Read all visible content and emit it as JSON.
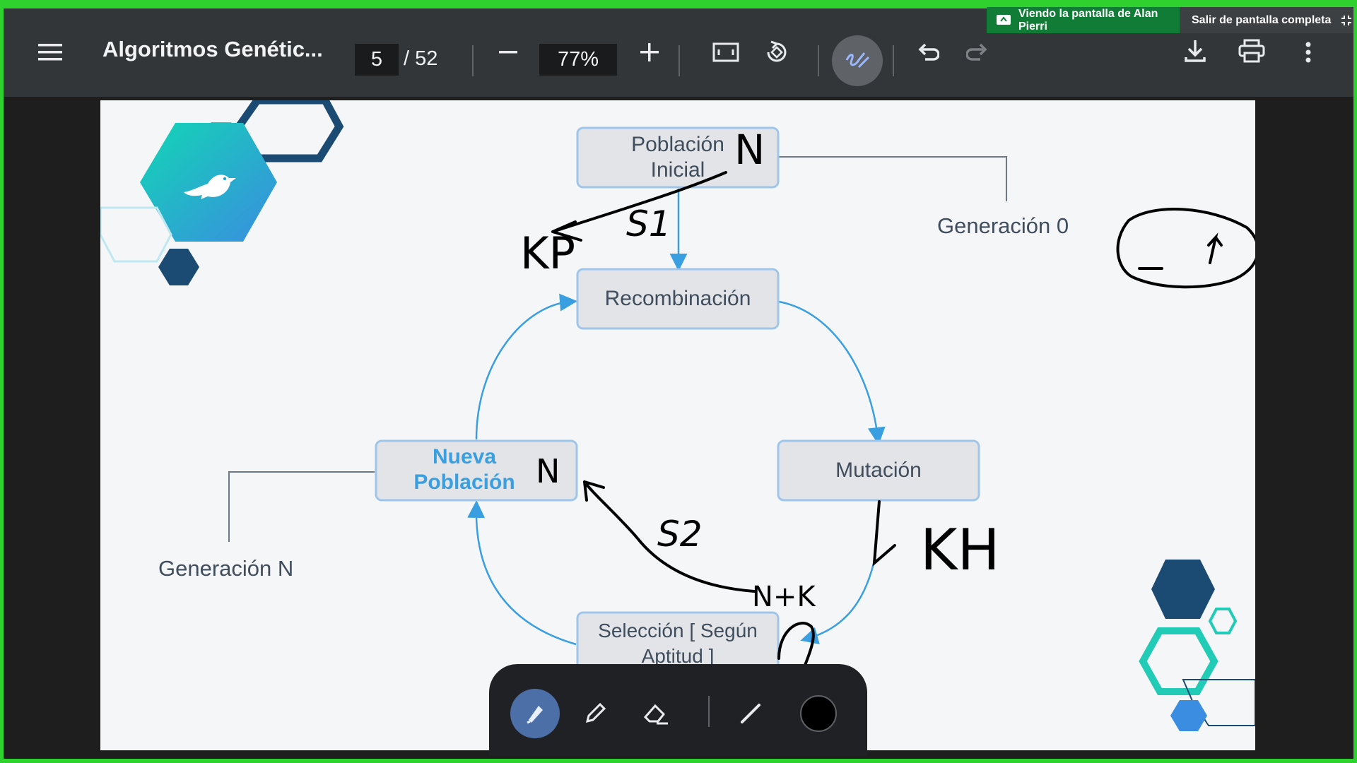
{
  "share": {
    "viewing_label": "Viendo la pantalla de Alan Pierri",
    "exit_fullscreen_label": "Salir de pantalla completa"
  },
  "toolbar": {
    "doc_title": "Algoritmos Genétic...",
    "page_current": "5",
    "page_total": "/ 52",
    "zoom": "77%"
  },
  "slide": {
    "poblacion_inicial": "Población Inicial",
    "recombinacion": "Recombinación",
    "mutacion": "Mutación",
    "nueva_poblacion": "Nueva Población",
    "seleccion": "Selección [ Según Aptitud ]",
    "generacion_0": "Generación 0",
    "generacion_n": "Generación N"
  },
  "handwriting": {
    "n_top": "N",
    "n_left": "N",
    "s1": "S1",
    "s2": "S2",
    "kp": "KP",
    "kh": "KH",
    "n_plus_k": "N+K"
  },
  "colors": {
    "share_green": "#107c36",
    "frame_green": "#2fd12f",
    "arrow_blue": "#3a9fe0",
    "node_fill": "#e2e4e8",
    "hex_dark": "#1b4b72",
    "hex_teal": "#22cbb6",
    "hex_blue": "#3a8de0"
  },
  "icons": {
    "menu": "menu-icon",
    "fit": "fit-page-icon",
    "rotate": "rotate-icon",
    "annotate": "annotate-icon",
    "undo": "undo-icon",
    "redo": "redo-icon",
    "download": "download-icon",
    "print": "print-icon",
    "more": "more-vert-icon",
    "highlighter": "highlighter-icon",
    "pen": "pen-icon",
    "eraser": "eraser-icon",
    "thin_pen": "thin-pen-icon",
    "color": "color-swatch"
  }
}
